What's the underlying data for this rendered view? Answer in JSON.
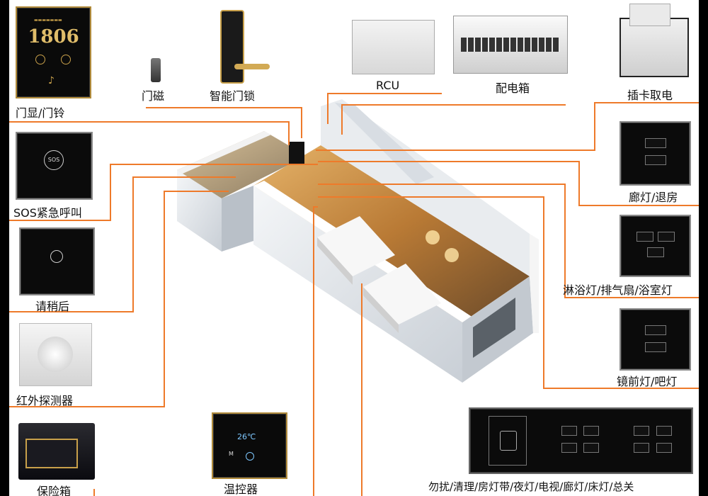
{
  "colors": {
    "connector": "#ee7a2a",
    "panel": "#0b0b0b",
    "gold": "#c8a04a"
  },
  "labels": {
    "door_display": "门显/门铃",
    "door_sensor": "门磁",
    "smart_lock": "智能门锁",
    "rcu": "RCU",
    "distribution_box": "配电箱",
    "card_power": "插卡取电",
    "sos": "SOS紧急呼叫",
    "please_wait": "请稍后",
    "infrared": "红外探测器",
    "safe": "保险箱",
    "thermostat": "温控器",
    "corridor_checkout": "廊灯/退房",
    "bath_lights": "淋浴灯/排气扇/浴室灯",
    "mirror_bar": "镜前灯/吧灯",
    "bedside_panel": "勿扰/清理/房灯带/夜灯/电视/廊灯/床灯/总关"
  },
  "door_display": {
    "room_number": "1806"
  },
  "sos_panel": {
    "sos_text": "SOS"
  },
  "thermostat": {
    "temperature": "26℃",
    "mode_key": "M"
  },
  "icons": [
    "door-sensor-icon",
    "smart-lock-icon",
    "rcu-box-icon",
    "distribution-box-icon",
    "card-slot-icon",
    "motion-sensor-icon",
    "safe-icon",
    "power-button-icon",
    "socket-icon",
    "fan-icon"
  ]
}
